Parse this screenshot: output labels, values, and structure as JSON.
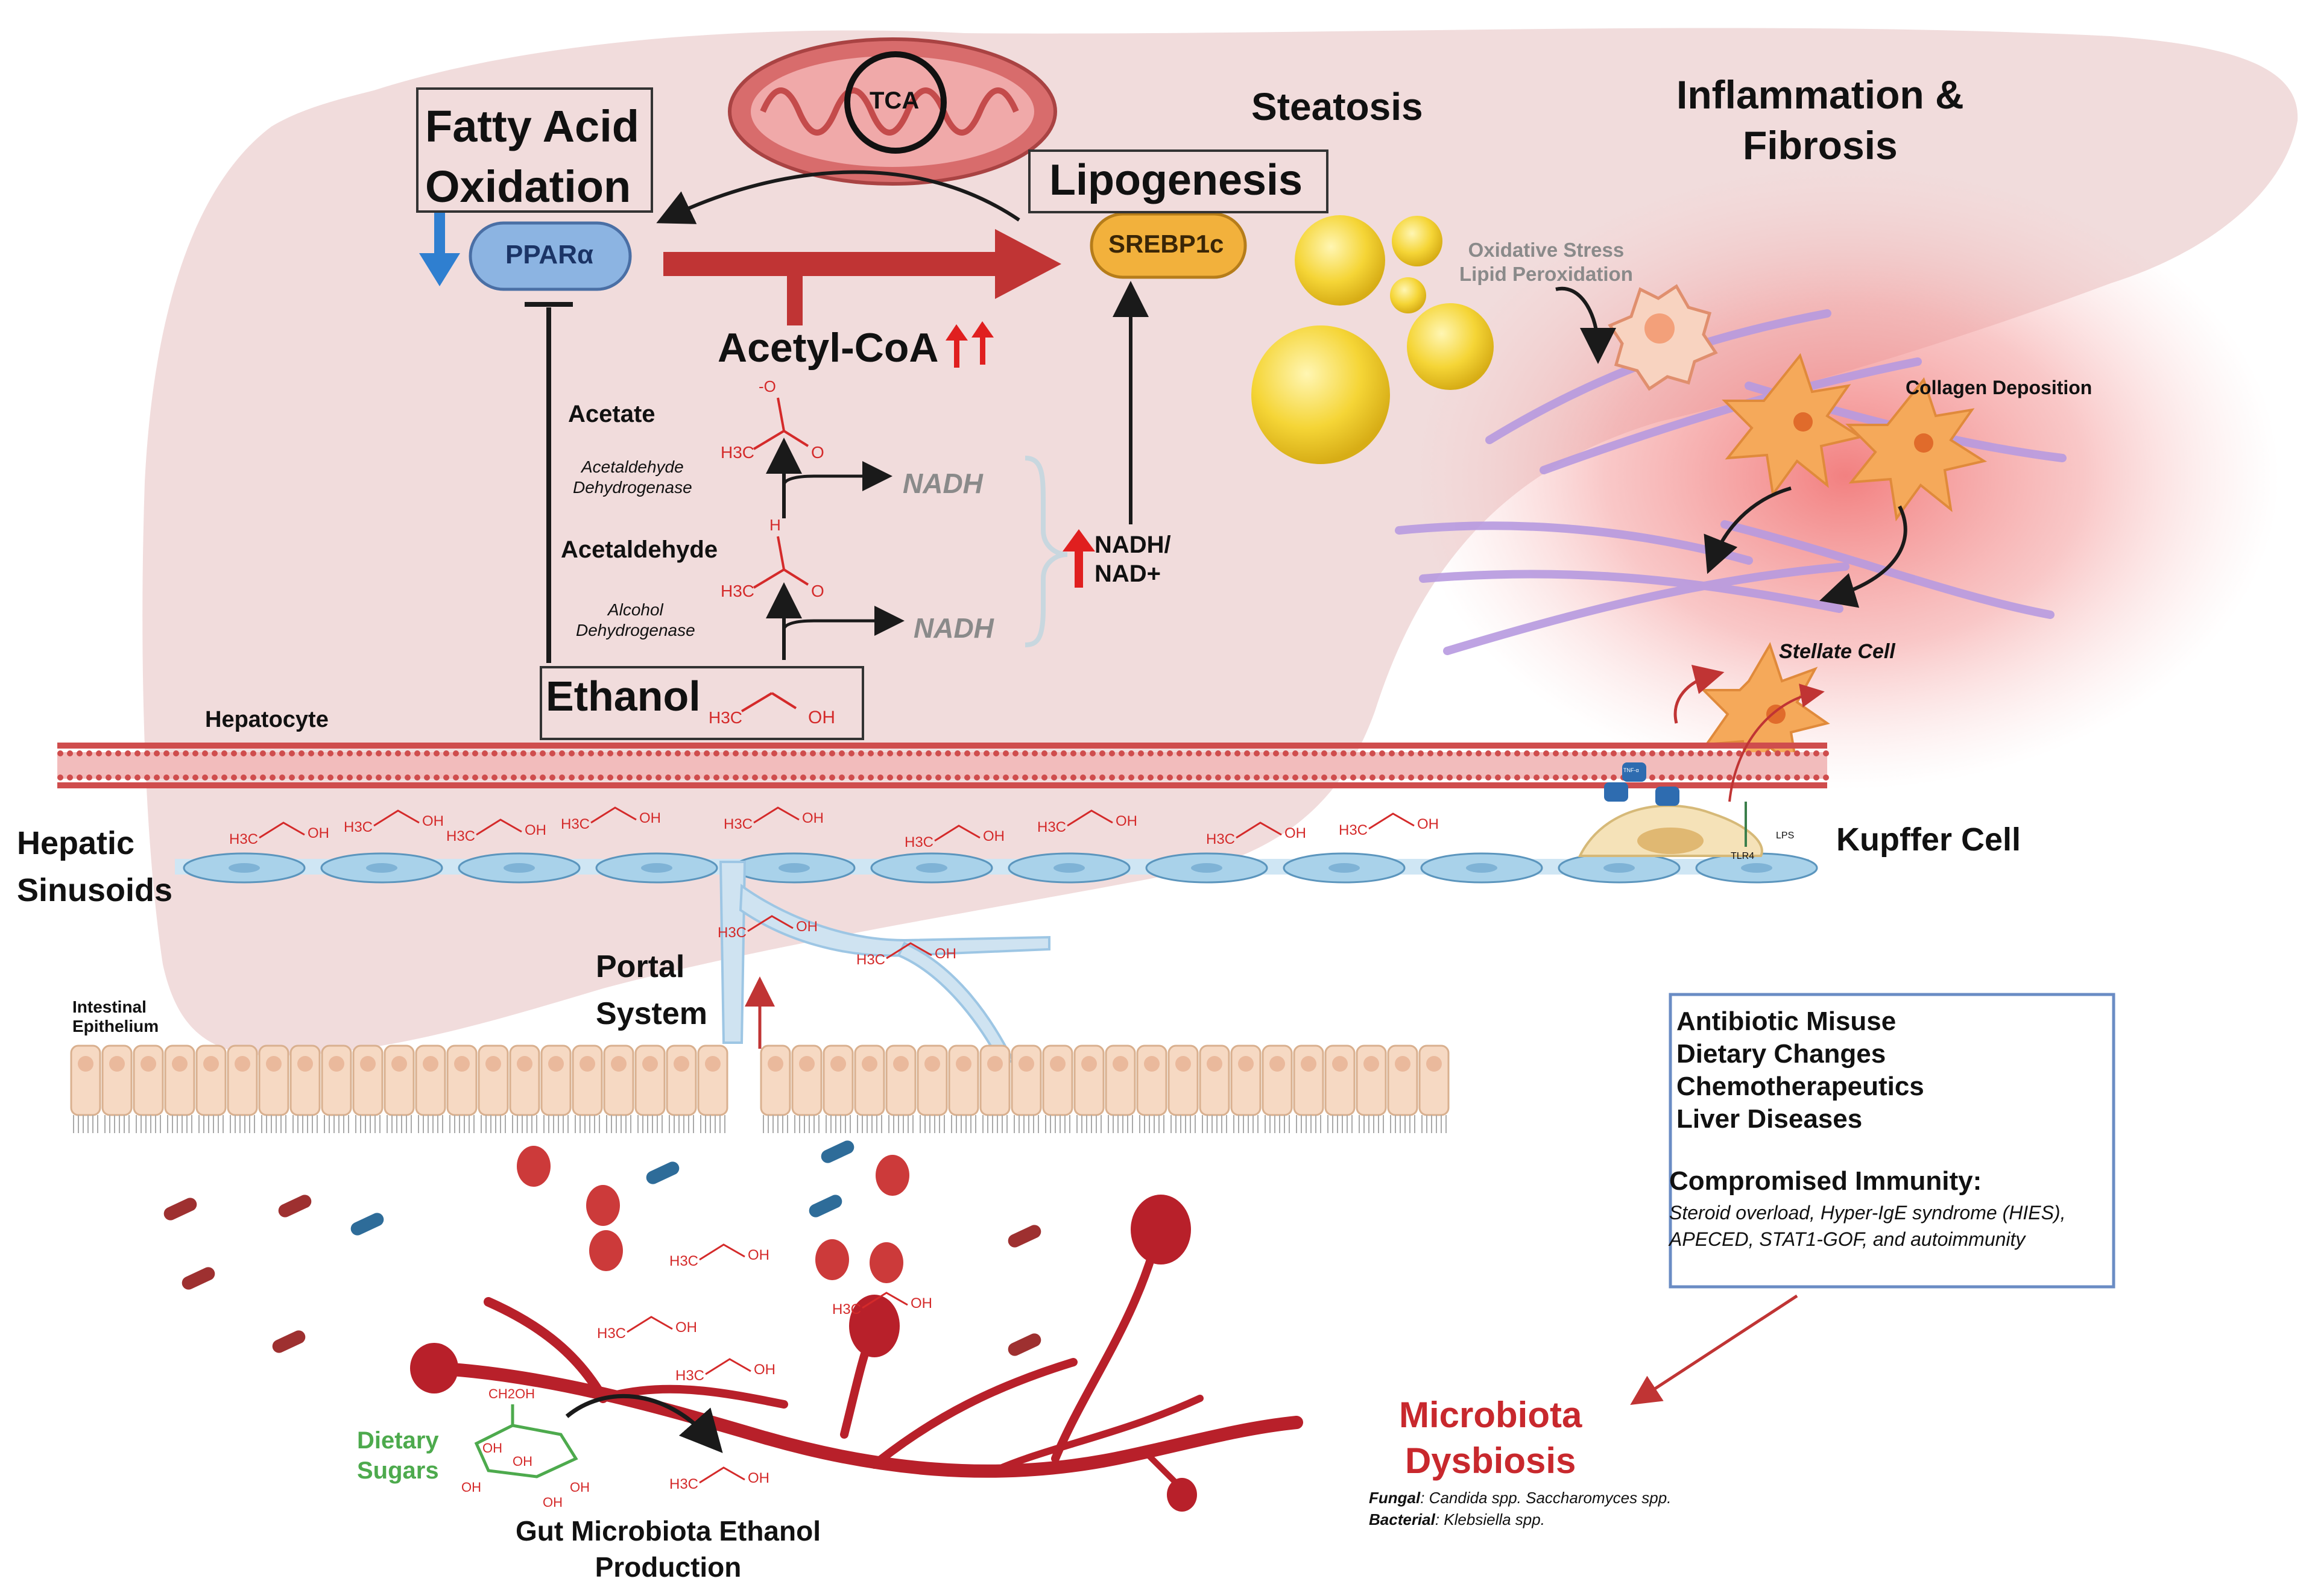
{
  "figure": {
    "liver": {
      "fatty_acid_oxidation": "Fatty Acid\nOxidation",
      "ppara": "PPARα",
      "lipogenesis": "Lipogenesis",
      "srebp1c": "SREBP1c",
      "tca": "TCA",
      "acetyl_coa": "Acetyl-CoA",
      "acetate": "Acetate",
      "acetaldehyde_dehydrogenase": "Acetaldehyde\nDehydrogenase",
      "acetaldehyde": "Acetaldehyde",
      "alcohol_dehydrogenase": "Alcohol\nDehydrogenase",
      "nadh_1": "NADH",
      "nadh_2": "NADH",
      "nadh_nad_ratio": "NADH/\nNAD+",
      "ethanol": "Ethanol",
      "hepatocyte": "Hepatocyte"
    },
    "disease_stages": {
      "steatosis": "Steatosis",
      "inflammation_fibrosis": "Inflammation &\nFibrosis",
      "oxidative_stress": "Oxidative Stress\nLipid Peroxidation",
      "collagen_deposition": "Collagen Deposition",
      "stellate_cell": "Stellate Cell"
    },
    "sinusoid": {
      "hepatic_sinusoids": "Hepatic\nSinusoids",
      "kupffer_cell": "Kupffer Cell",
      "tnf": "TNF-α",
      "tlr4": "TLR4",
      "lps": "LPS"
    },
    "gut": {
      "portal_system": "Portal\nSystem",
      "intestinal_epithelium": "Intestinal\nEpithelium",
      "dietary_sugars": "Dietary\nSugars",
      "gut_ethanol_production": "Gut Microbiota Ethanol\nProduction"
    },
    "risk_factors": {
      "items": [
        "Antibiotic Misuse",
        "Dietary Changes",
        "Chemotherapeutics",
        "Liver Diseases"
      ],
      "compromised_immunity_title": "Compromised Immunity:",
      "compromised_immunity_detail": "Steroid overload, Hyper-IgE syndrome (HIES),\nAPECED, STAT1-GOF, and autoimmunity"
    },
    "dysbiosis": {
      "title": "Microbiota\nDysbiosis",
      "fungal_label": "Fungal",
      "fungal_text": ": Candida spp. Saccharomyces spp.",
      "bacterial_label": "Bacterial",
      "bacterial_text": ": Klebsiella spp."
    },
    "chemistry": {
      "ch3": "H3C",
      "oh": "OH",
      "o": "O",
      "h": "H",
      "o_minus": "-O",
      "ch2oh": "CH2OH"
    },
    "colors": {
      "liver_fill": "#f1dcdc",
      "membrane": "#cf4d4d",
      "ethanol_red": "#d42a2a",
      "fungus_red": "#b8202a",
      "fat_yellow": "#f2cf2a",
      "sinusoid_blue": "#a9d2ea",
      "ppar_blue": "#8cb4e2",
      "srebp_orange": "#f2b13c",
      "stellate_orange": "#f5a95a",
      "sugar_green": "#4daa4d",
      "collagen_purple": "#b79ae0",
      "dysbiosis_red": "#c8282d"
    }
  }
}
